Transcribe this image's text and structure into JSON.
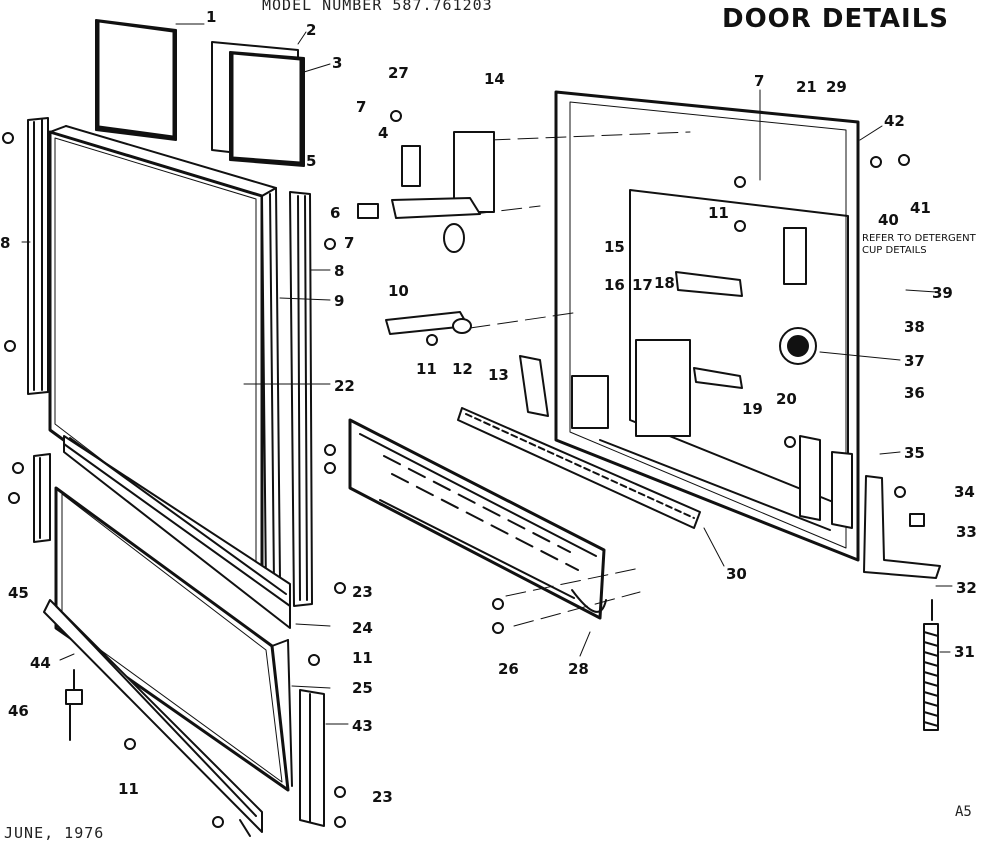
{
  "header": {
    "model_number": "MODEL NUMBER 587.761203",
    "title": "DOOR DETAILS"
  },
  "footer": {
    "date": "JUNE, 1976",
    "page_code": "A5"
  },
  "reference_note": {
    "line1": "REFER TO DETERGENT",
    "line2": "CUP DETAILS"
  },
  "callouts": [
    {
      "id": "c1",
      "text": "1"
    },
    {
      "id": "c2",
      "text": "2"
    },
    {
      "id": "c3",
      "text": "3"
    },
    {
      "id": "c27",
      "text": "27"
    },
    {
      "id": "c14",
      "text": "14"
    },
    {
      "id": "c7a",
      "text": "7"
    },
    {
      "id": "c4",
      "text": "4"
    },
    {
      "id": "c5",
      "text": "5"
    },
    {
      "id": "c6",
      "text": "6"
    },
    {
      "id": "c7b",
      "text": "7"
    },
    {
      "id": "c8a",
      "text": "8"
    },
    {
      "id": "c8b",
      "text": "8"
    },
    {
      "id": "c9",
      "text": "9"
    },
    {
      "id": "c10",
      "text": "10"
    },
    {
      "id": "c11a",
      "text": "11"
    },
    {
      "id": "c12",
      "text": "12"
    },
    {
      "id": "c22",
      "text": "22"
    },
    {
      "id": "c13",
      "text": "13"
    },
    {
      "id": "c7c",
      "text": "7"
    },
    {
      "id": "c21",
      "text": "21"
    },
    {
      "id": "c29",
      "text": "29"
    },
    {
      "id": "c42",
      "text": "42"
    },
    {
      "id": "c40",
      "text": "40"
    },
    {
      "id": "c41",
      "text": "41"
    },
    {
      "id": "c11b",
      "text": "11"
    },
    {
      "id": "c15",
      "text": "15"
    },
    {
      "id": "c16",
      "text": "16"
    },
    {
      "id": "c17",
      "text": "17"
    },
    {
      "id": "c18",
      "text": "18"
    },
    {
      "id": "c39",
      "text": "39"
    },
    {
      "id": "c38",
      "text": "38"
    },
    {
      "id": "c37",
      "text": "37"
    },
    {
      "id": "c19",
      "text": "19"
    },
    {
      "id": "c20",
      "text": "20"
    },
    {
      "id": "c36",
      "text": "36"
    },
    {
      "id": "c35",
      "text": "35"
    },
    {
      "id": "c34",
      "text": "34"
    },
    {
      "id": "c33",
      "text": "33"
    },
    {
      "id": "c32",
      "text": "32"
    },
    {
      "id": "c31",
      "text": "31"
    },
    {
      "id": "c30",
      "text": "30"
    },
    {
      "id": "c45",
      "text": "45"
    },
    {
      "id": "c23a",
      "text": "23"
    },
    {
      "id": "c24",
      "text": "24"
    },
    {
      "id": "c11c",
      "text": "11"
    },
    {
      "id": "c25",
      "text": "25"
    },
    {
      "id": "c44",
      "text": "44"
    },
    {
      "id": "c46",
      "text": "46"
    },
    {
      "id": "c43",
      "text": "43"
    },
    {
      "id": "c11d",
      "text": "11"
    },
    {
      "id": "c23b",
      "text": "23"
    },
    {
      "id": "c26",
      "text": "26"
    },
    {
      "id": "c28",
      "text": "28"
    }
  ]
}
